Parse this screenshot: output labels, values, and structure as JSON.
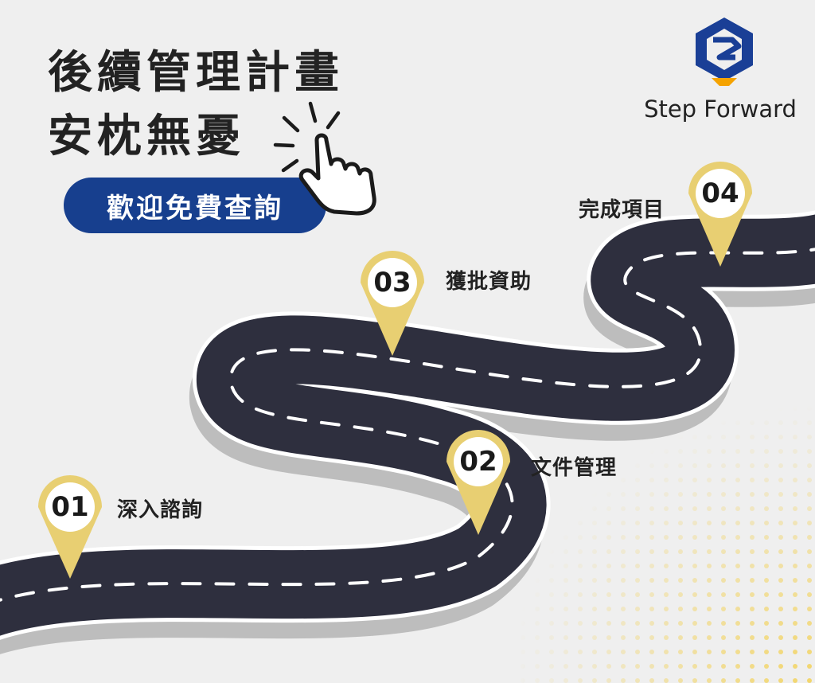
{
  "headline": {
    "line1": "後續管理計畫",
    "line2": "安枕無憂"
  },
  "cta_label": "歡迎免費查詢",
  "brand": {
    "name": "Step Forward",
    "colors": {
      "blue": "#1a3f96",
      "orange": "#f5a300"
    }
  },
  "steps": [
    {
      "number": "01",
      "label": "深入諮詢"
    },
    {
      "number": "02",
      "label": "文件管理"
    },
    {
      "number": "03",
      "label": "獲批資助"
    },
    {
      "number": "04",
      "label": "完成項目"
    }
  ],
  "colors": {
    "road": "#2e2f3e",
    "road_edge": "#ffffff",
    "road_shadow": "#b9b9b9",
    "pin": "#e8cf72",
    "accent_dots": "#f2d56a",
    "cta_bg": "#173f8e"
  }
}
